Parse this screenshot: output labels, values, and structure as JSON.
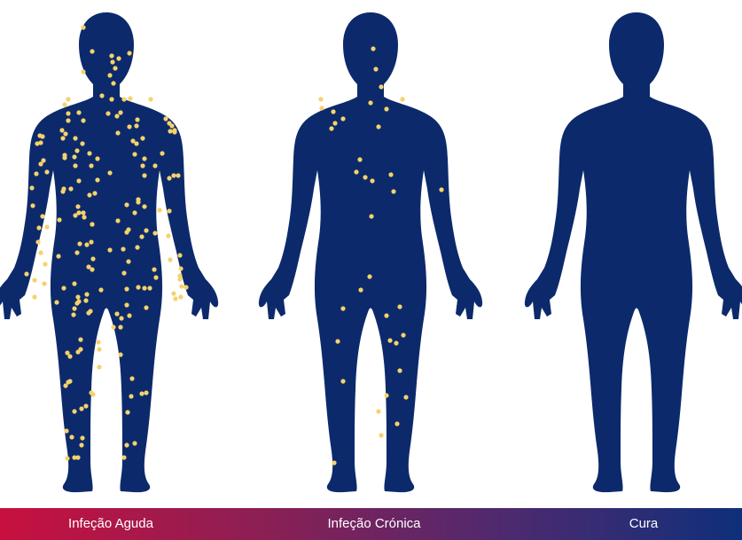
{
  "colors": {
    "body": "#0c2a6b",
    "dot": "#f6d26b",
    "gradient_start": "#c8103f",
    "gradient_end": "#0f2f7a",
    "label_text": "#ffffff"
  },
  "stages": [
    {
      "id": "acute",
      "label": "Infeção Aguda",
      "dot_density": "high"
    },
    {
      "id": "chronic",
      "label": "Infeção Crónica",
      "dot_density": "low"
    },
    {
      "id": "cure",
      "label": "Cura",
      "dot_density": "none"
    }
  ]
}
